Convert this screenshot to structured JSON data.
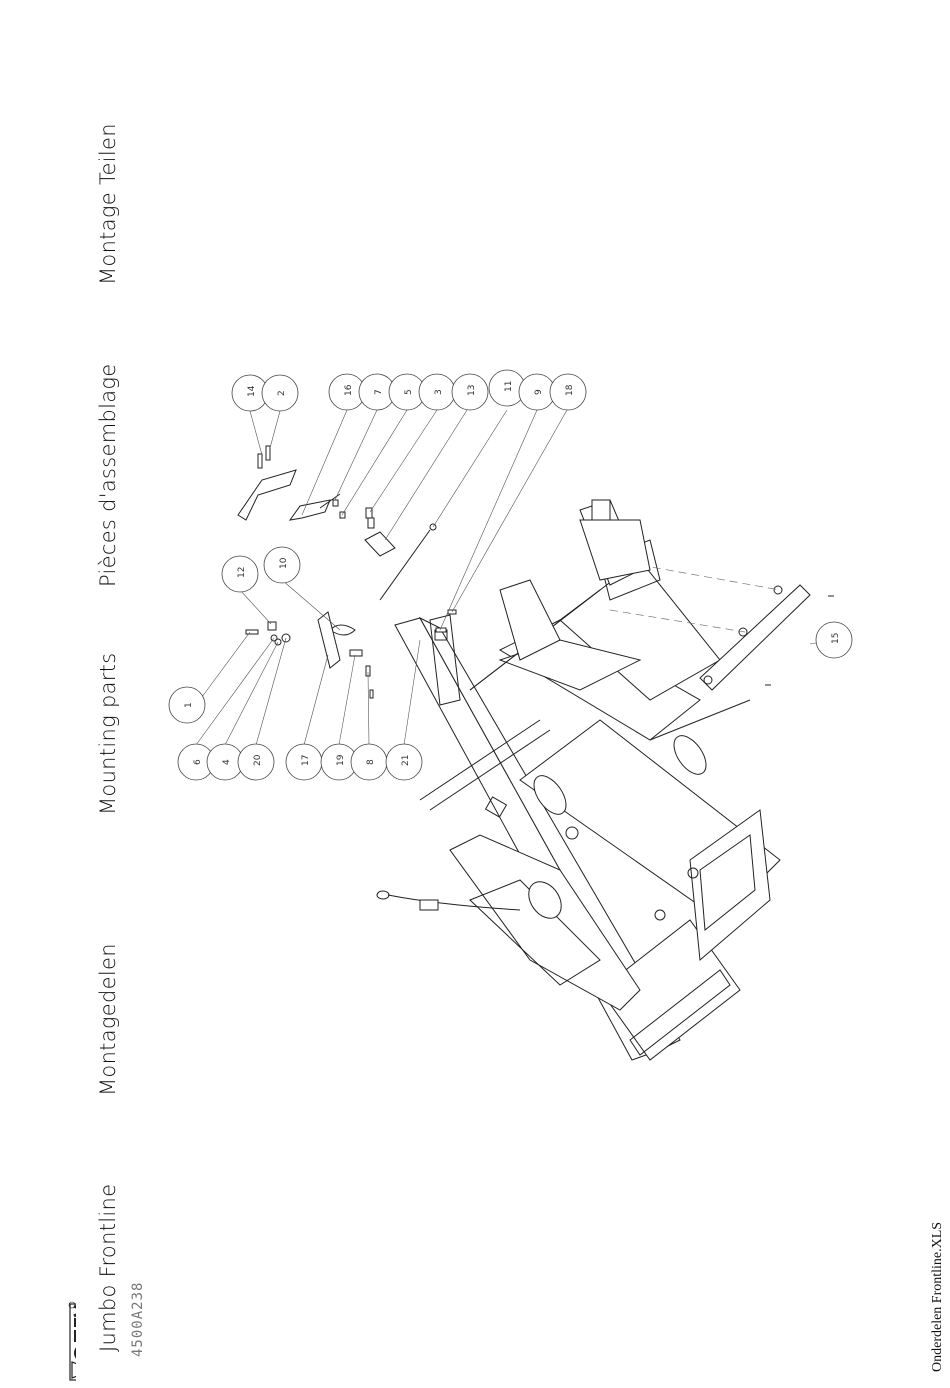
{
  "header": {
    "product": "Jumbo Frontline",
    "title_nl": "Montagedelen",
    "title_en": "Mounting parts",
    "title_fr": "Pièces d'assemblage",
    "title_de": "Montage Teilen"
  },
  "brand": {
    "logo_text": "VOTEX",
    "trademark": "®"
  },
  "document_number": "4500A238",
  "footer_file": "Onderdelen Frontline.XLS",
  "callouts": [
    {
      "id": "b14",
      "label": "14"
    },
    {
      "id": "b2",
      "label": "2"
    },
    {
      "id": "b16",
      "label": "16"
    },
    {
      "id": "b7",
      "label": "7"
    },
    {
      "id": "b5",
      "label": "5"
    },
    {
      "id": "b3",
      "label": "3"
    },
    {
      "id": "b13",
      "label": "13"
    },
    {
      "id": "b11",
      "label": "11"
    },
    {
      "id": "b9",
      "label": "9"
    },
    {
      "id": "b18",
      "label": "18"
    },
    {
      "id": "b12",
      "label": "12"
    },
    {
      "id": "b10",
      "label": "10"
    },
    {
      "id": "b1",
      "label": "1"
    },
    {
      "id": "b6",
      "label": "6"
    },
    {
      "id": "b4",
      "label": "4"
    },
    {
      "id": "b20",
      "label": "20"
    },
    {
      "id": "b17",
      "label": "17"
    },
    {
      "id": "b19",
      "label": "19"
    },
    {
      "id": "b8",
      "label": "8"
    },
    {
      "id": "b21",
      "label": "21"
    },
    {
      "id": "b15",
      "label": "15"
    }
  ]
}
